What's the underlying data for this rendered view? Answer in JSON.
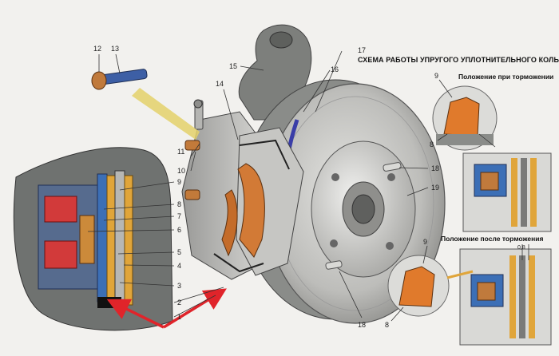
{
  "title": "СХЕМА РАБОТЫ УПРУГОГО УПЛОТНИТЕЛЬНОГО КОЛЬЦА",
  "inset_captions": {
    "during_braking": "Положение при торможении",
    "after_braking": "Положение после торможения",
    "gap_mark": "0,8"
  },
  "callouts": {
    "n1": "1",
    "n2": "2",
    "n3": "3",
    "n4": "4",
    "n5": "5",
    "n6": "6",
    "n7": "7",
    "n8": "8",
    "n9": "9",
    "n10": "10",
    "n11": "11",
    "n12": "12",
    "n13": "13",
    "n14": "14",
    "n15": "15",
    "n16": "16",
    "n17": "17",
    "n18": "18",
    "n19": "19"
  },
  "colors": {
    "background": "#f2f1ee",
    "arrow": "#e0242a",
    "seal": "#e07a2c",
    "piston_blue": "#2f5faa",
    "disc_grey": "#b9b9b6",
    "section_bg": "#6f7270"
  }
}
